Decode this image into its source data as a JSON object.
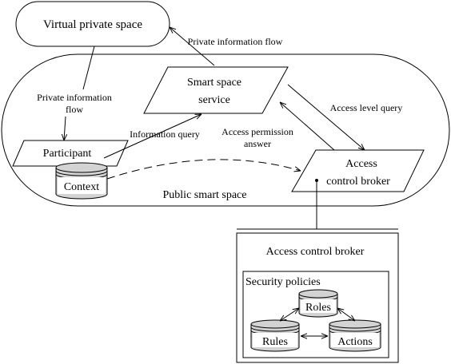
{
  "nodes": {
    "virtual_private_space": "Virtual private space",
    "smart_space_service": [
      "Smart space",
      "service"
    ],
    "participant": "Participant",
    "context": "Context",
    "access_control_broker": [
      "Access",
      "control broker"
    ],
    "public_smart_space": "Public smart space",
    "broker_detail_title": "Access control broker",
    "security_policies": "Security policies",
    "roles": "Roles",
    "rules": "Rules",
    "actions": "Actions"
  },
  "edges": {
    "private_flow_top": "Private information flow",
    "private_flow_left": [
      "Private information",
      "flow"
    ],
    "information_query": "Information query",
    "access_level_query": "Access level query",
    "access_permission_answer": [
      "Access permission",
      "answer"
    ]
  }
}
